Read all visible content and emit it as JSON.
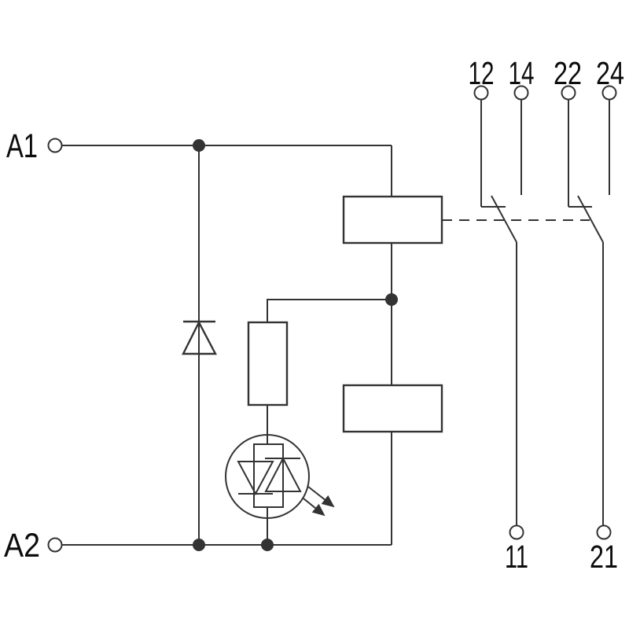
{
  "colors": {
    "wire": "#333333",
    "text": "#0d0d0d",
    "background": "#ffffff"
  },
  "schematic": {
    "coil_terminals": {
      "a1": {
        "label": "A1"
      },
      "a2": {
        "label": "A2"
      }
    },
    "contact_terminals": {
      "top": [
        {
          "label": "12"
        },
        {
          "label": "14"
        },
        {
          "label": "22"
        },
        {
          "label": "24"
        }
      ],
      "bottom": [
        {
          "label": "11"
        },
        {
          "label": "21"
        }
      ]
    },
    "icons": {
      "terminal": "open-circle",
      "junction": "filled-dot",
      "suppressor_diode": "triangle-up-with-bar",
      "series_resistor": "tall-rectangle",
      "led_indicator": "circle-with-antiparallel-diodes",
      "led_emission": "two-arrows-down-right",
      "relay_coil": "rectangle-box",
      "changeover_contact": "pivot-lever",
      "mechanical_link": "dashed-line"
    }
  }
}
